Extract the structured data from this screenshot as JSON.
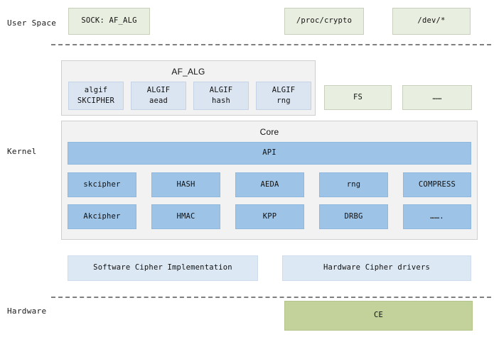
{
  "layers": [
    {
      "id": "user-space",
      "label": "User Space"
    },
    {
      "id": "kernel",
      "label": "Kernel"
    },
    {
      "id": "hardware",
      "label": "Hardware"
    }
  ],
  "user_space": {
    "boxes": [
      {
        "id": "sock-af-alg",
        "label": "SOCK: AF_ALG"
      },
      {
        "id": "proc-crypto",
        "label": "/proc/crypto"
      },
      {
        "id": "dev-star",
        "label": "/dev/*"
      }
    ]
  },
  "af_alg": {
    "title": "AF_ALG",
    "modules": [
      {
        "id": "algif-skcipher",
        "line1": "algif",
        "line2": "SKCIPHER"
      },
      {
        "id": "algif-aead",
        "line1": "ALGIF",
        "line2": "aead"
      },
      {
        "id": "algif-hash",
        "line1": "ALGIF",
        "line2": "hash"
      },
      {
        "id": "algif-rng",
        "line1": "ALGIF",
        "line2": "rng"
      }
    ]
  },
  "kernel_side": {
    "boxes": [
      {
        "id": "fs",
        "label": "FS"
      },
      {
        "id": "more-fs",
        "label": "……"
      }
    ]
  },
  "core": {
    "title": "Core",
    "api_label": "API",
    "rows": [
      [
        {
          "id": "skcipher",
          "label": "skcipher"
        },
        {
          "id": "hash",
          "label": "HASH"
        },
        {
          "id": "aeda",
          "label": "AEDA"
        },
        {
          "id": "rng",
          "label": "rng"
        },
        {
          "id": "compress",
          "label": "COMPRESS"
        }
      ],
      [
        {
          "id": "akcipher",
          "label": "Akcipher"
        },
        {
          "id": "hmac",
          "label": "HMAC"
        },
        {
          "id": "kpp",
          "label": "KPP"
        },
        {
          "id": "drbg",
          "label": "DRBG"
        },
        {
          "id": "more-alg",
          "label": "……."
        }
      ]
    ]
  },
  "implementations": [
    {
      "id": "software-cipher",
      "label": "Software Cipher Implementation"
    },
    {
      "id": "hardware-cipher",
      "label": "Hardware Cipher drivers"
    }
  ],
  "hardware": {
    "boxes": [
      {
        "id": "ce",
        "label": "CE"
      }
    ]
  },
  "colors": {
    "green_pale": "#e9efe0",
    "green_dark": "#c2d29a",
    "blue_mid": "#9dc3e6",
    "blue_pale": "#dbe5f1",
    "blue_faint": "#dce8f4",
    "panel_bg": "#f2f2f2",
    "divider": "#7f7f7f"
  }
}
